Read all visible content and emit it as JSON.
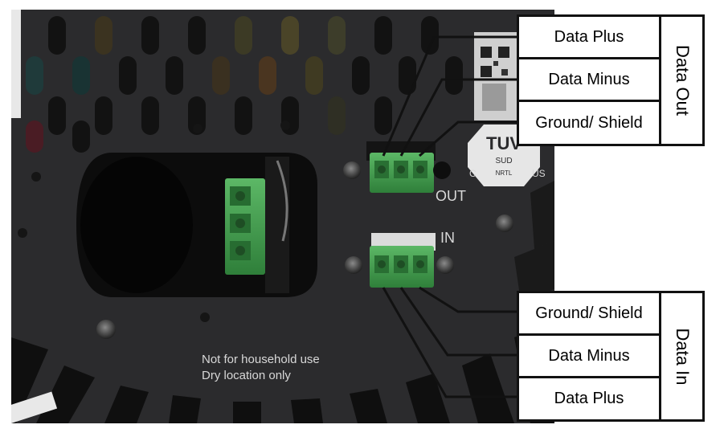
{
  "device": {
    "port_out_label": "OUT",
    "port_in_label": "IN",
    "cert_mark": "TUV",
    "cert_sub": "SUD",
    "cert_nrtl": "NRTL",
    "cert_c": "C",
    "cert_us": "US",
    "warning_line1": "Not for household use",
    "warning_line2": "Dry location only",
    "colors": {
      "housing": "#2b2b2d",
      "terminal": "#3f9c4a",
      "callout_line": "#111111"
    }
  },
  "callouts": {
    "data_out": {
      "title": "Data Out",
      "items": [
        "Data Plus",
        "Data Minus",
        "Ground/ Shield"
      ]
    },
    "data_in": {
      "title": "Data In",
      "items": [
        "Ground/ Shield",
        "Data Minus",
        "Data Plus"
      ]
    }
  }
}
